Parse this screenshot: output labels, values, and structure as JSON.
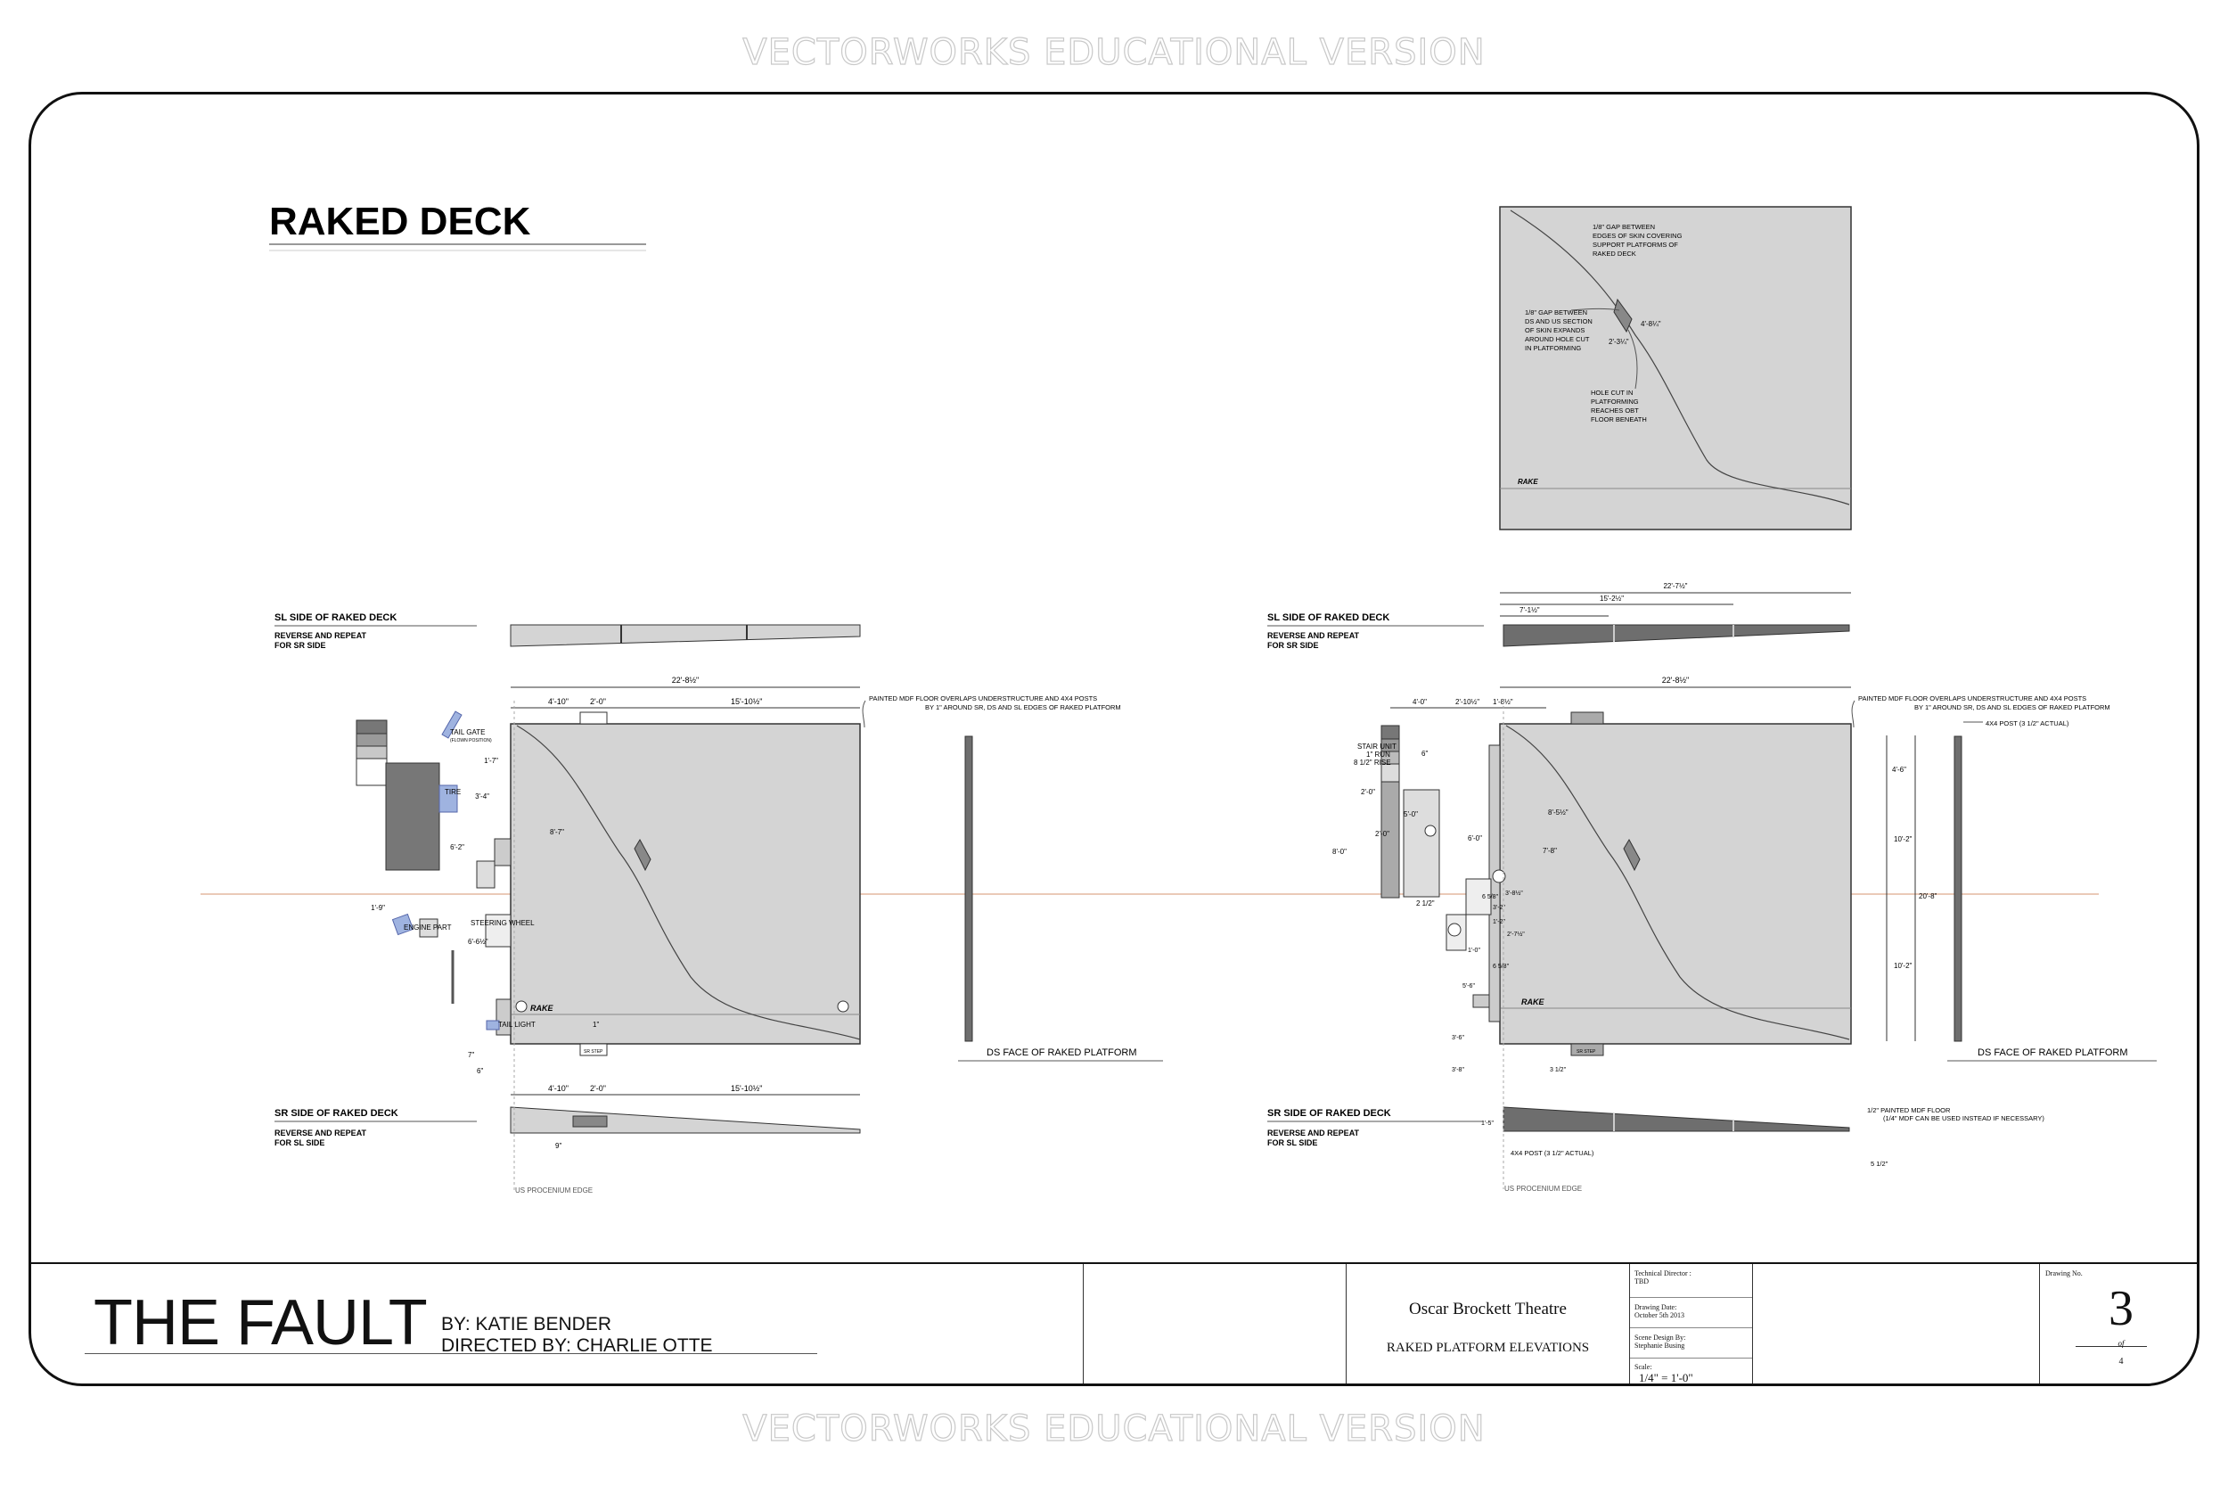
{
  "watermark": "VECTORWORKS EDUCATIONAL VERSION",
  "heading": "RAKED DECK",
  "left_view": {
    "sl_title": "SL SIDE OF RAKED DECK",
    "sl_sub": [
      "REVERSE AND REPEAT",
      "FOR SR SIDE"
    ],
    "sr_title": "SR SIDE OF RAKED DECK",
    "sr_sub": [
      "REVERSE AND REPEAT",
      "FOR SL SIDE"
    ],
    "dims": {
      "overall": "22'-8½\"",
      "a": "4'-10\"",
      "b": "2'-0\"",
      "c": "15'-10½\"",
      "d": "1'-7\"",
      "e": "3'-4\"",
      "f": "8'-7\"",
      "g": "6'-2\"",
      "h": "1'-9\"",
      "i": "6'-6½\"",
      "j": "7\"",
      "k": "6\"",
      "l": "9\"",
      "m": "1\""
    },
    "labels": {
      "tailgate": "TAIL GATE",
      "tailgate_sub": "(FLOWN POSITION)",
      "tire": "TIRE",
      "engine": "ENGINE PART",
      "steering": "STEERING WHEEL",
      "taillight": "TAIL LIGHT",
      "rake": "RAKE",
      "sr_step": "SR STEP",
      "proscenium": "US PROCENIUM EDGE",
      "ds_face": "DS FACE OF RAKED PLATFORM"
    },
    "note": [
      "PAINTED MDF FLOOR OVERLAPS UNDERSTRUCTURE AND 4X4 POSTS",
      "BY 1\" AROUND SR, DS AND SL EDGES OF RAKED PLATFORM"
    ]
  },
  "right_view": {
    "sl_title": "SL SIDE OF RAKED DECK",
    "sl_sub": [
      "REVERSE AND REPEAT",
      "FOR SR SIDE"
    ],
    "sr_title": "SR SIDE OF RAKED DECK",
    "sr_sub": [
      "REVERSE AND REPEAT",
      "FOR SL SIDE"
    ],
    "dims": {
      "top1": "22'-7½\"",
      "top2": "15'-2½\"",
      "top3": "7'-1½\"",
      "overall": "22'-8½\"",
      "a": "4'-0\"",
      "b": "2'-10½\"",
      "c": "1'-8½\"",
      "d": "6'-0\"",
      "e": "8'-5½\"",
      "f": "7'-8\"",
      "g": "4'-6\"",
      "h": "10'-2\"",
      "i": "20'-8\"",
      "j": "10'-2\"",
      "k": "6\"",
      "l": "2'-0\"",
      "m": "5'-0\"",
      "n": "2'-0\"",
      "o": "8'-0\"",
      "p": "2 1/2\"",
      "q": "6 5/8\"",
      "r": "3'-8½\"",
      "s": "3'-2\"",
      "t": "1'-2\"",
      "u": "2'-7½\"",
      "v": "1'-0\"",
      "w": "6 5/8\"",
      "x": "5'-6\"",
      "y": "3'-6\"",
      "z": "3'-8\"",
      "aa": "3 1/2\"",
      "ab": "1'-5\"",
      "ac": "5 1/2\""
    },
    "labels": {
      "stair_unit": [
        "STAIR UNIT",
        "1\" RUN",
        "8 1/2\" RISE"
      ],
      "rake": "RAKE",
      "sr_step": "SR STEP",
      "proscenium": "US PROCENIUM EDGE",
      "ds_face": "DS FACE OF RAKED PLATFORM",
      "post": "4X4 POST (3 1/2\" ACTUAL)",
      "post2": "4X4 POST (3 1/2\" ACTUAL)",
      "mdf": [
        "1/2\" PAINTED MDF FLOOR",
        "(1/4\" MDF CAN BE USED INSTEAD IF NECESSARY)"
      ]
    },
    "note": [
      "PAINTED MDF FLOOR OVERLAPS UNDERSTRUCTURE AND 4X4 POSTS",
      "BY 1\" AROUND SR, DS AND SL EDGES OF RAKED PLATFORM"
    ]
  },
  "detail": {
    "note1": [
      "1/8\" GAP BETWEEN",
      "EDGES OF SKIN COVERING",
      "SUPPORT PLATFORMS OF",
      "RAKED DECK"
    ],
    "note2": [
      "1/8\" GAP BETWEEN",
      "DS AND US SECTION",
      "OF SKIN EXPANDS",
      "AROUND HOLE CUT",
      "IN PLATFORMING"
    ],
    "note3": [
      "HOLE CUT IN",
      "PLATFORMING",
      "REACHES OBT",
      "FLOOR BENEATH"
    ],
    "dim1": "4'-8¼\"",
    "dim2": "2'-3¼\"",
    "rake": "RAKE"
  },
  "title_block": {
    "show": "THE FAULT",
    "by": "BY: KATIE BENDER",
    "directed": "DIRECTED BY: CHARLIE OTTE",
    "theatre": "Oscar Brockett Theatre",
    "sheet_title": "RAKED PLATFORM ELEVATIONS",
    "td_label": "Technical Director :",
    "td_value": "TBD",
    "date_label": "Drawing Date:",
    "date_value": "October 5th 2013",
    "design_label": "Scene Design By:",
    "design_value": "Stephanie Busing",
    "scale_label": "Scale:",
    "scale_value": "1/4\" = 1'-0\"",
    "drawing_no_label": "Drawing No.",
    "drawing_no": "3",
    "of_label": "of",
    "total": "4"
  },
  "colors": {
    "deck": "#d4d4d4",
    "dark": "#6e6e6e",
    "blue": "#9fb3e0",
    "center_line": "#e4b9a0"
  }
}
